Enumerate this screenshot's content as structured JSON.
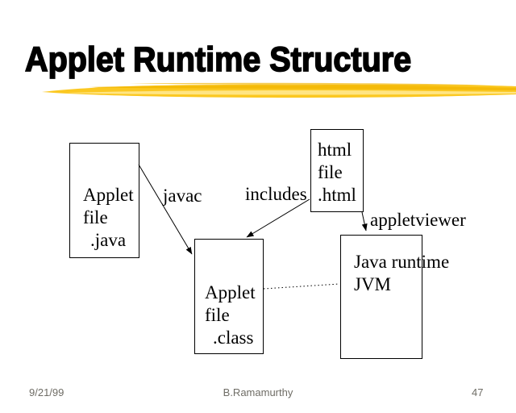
{
  "slide": {
    "title": "Applet Runtime Structure",
    "footer": {
      "date": "9/21/99",
      "author": "B.Ramamurthy",
      "page_number": "47"
    },
    "colors": {
      "background": "#ffffff",
      "title_text": "#000000",
      "diagram_text": "#000000",
      "line": "#000000",
      "footer_text": "#6f6d66",
      "brush_gold": "#f2b705",
      "brush_mid": "#fbc821",
      "brush_light": "#ffe78a"
    }
  },
  "diagram": {
    "boxes": {
      "applet_source": {
        "lines": [
          "Applet",
          "file",
          ".java"
        ]
      },
      "html_file": {
        "lines": [
          "html",
          "file",
          ".html"
        ]
      },
      "applet_class": {
        "lines": [
          "Applet",
          "file",
          ".class"
        ]
      },
      "java_runtime": {
        "lines": [
          "Java runtime",
          "JVM"
        ]
      }
    },
    "edge_labels": {
      "javac": "javac",
      "includes": "includes",
      "appletviewer": "appletviewer"
    }
  }
}
